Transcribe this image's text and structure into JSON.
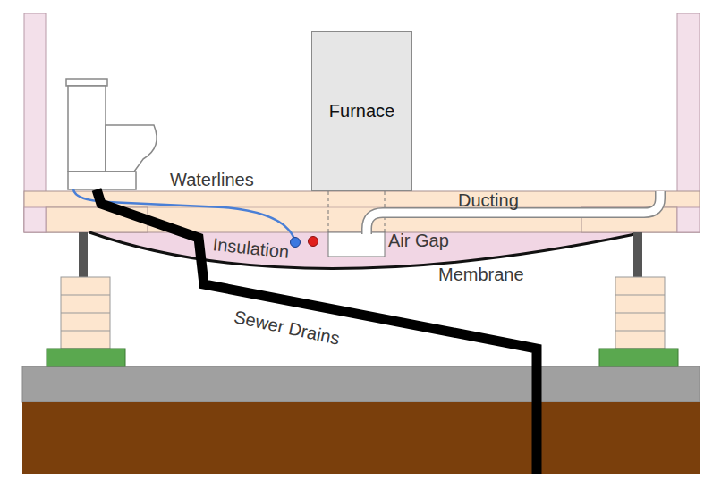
{
  "diagram": {
    "nodes": [
      {
        "text": [
          "Furnace"
        ]
      }
    ],
    "labels": [
      "Waterlines",
      "Ducting",
      "Insulation",
      "Air Gap",
      "Membrane",
      "Sewer Drains"
    ]
  }
}
